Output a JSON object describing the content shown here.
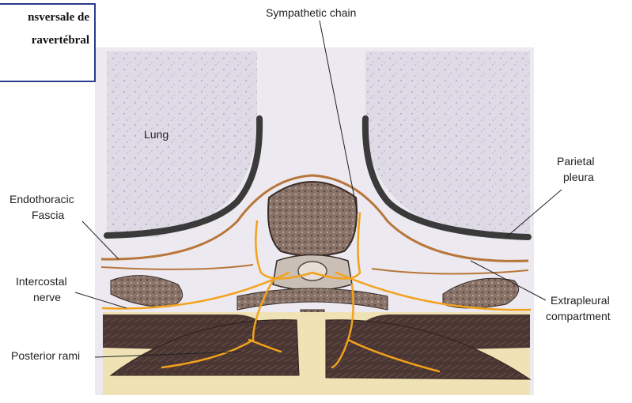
{
  "caption": {
    "line1": "nsversale de",
    "line2": "ravertébral"
  },
  "labels": {
    "sympathetic_chain": "Sympathetic chain",
    "lung": "Lung",
    "parietal_pleura_1": "Parietal",
    "parietal_pleura_2": "pleura",
    "endothoracic_1": "Endothoracic",
    "endothoracic_2": "Fascia",
    "intercostal_1": "Intercostal",
    "intercostal_2": "nerve",
    "extrapleural_1": "Extrapleural",
    "extrapleural_2": "compartment",
    "posterior_rami": "Posterior rami"
  },
  "colors": {
    "caption_border": "#2b3a8c",
    "lung": "#d9d6e3",
    "pleura": "#3a3a3a",
    "fascia": "#b8763a",
    "nerve": "#f2a21c",
    "muscle": "#4a3632",
    "fat": "#efe3b5",
    "bone": "#8a7469"
  }
}
